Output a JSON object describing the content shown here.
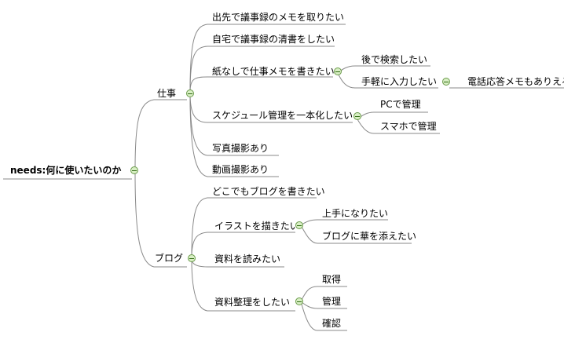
{
  "root": {
    "label": "needs:何に使いたいのか"
  },
  "branches": {
    "work": {
      "label": "仕事",
      "items": {
        "minutes_out": "出先で議事録のメモを取りたい",
        "minutes_home": "自宅で議事録の清書をしたい",
        "paperless": "紙なしで仕事メモを書きたい",
        "search_later": "後で検索したい",
        "easy_input": "手軽に入力したい",
        "phone_memo": "電話応答メモもありえる",
        "schedule": "スケジュール管理を一本化したい",
        "pc": "PCで管理",
        "phone": "スマホで管理",
        "photo": "写真撮影あり",
        "video": "動画撮影あり"
      }
    },
    "blog": {
      "label": "ブログ",
      "items": {
        "anywhere": "どこでもブログを書きたい",
        "illust": "イラストを描きたい",
        "improve": "上手になりたい",
        "decorate": "ブログに華を添えたい",
        "read": "資料を読みたい",
        "organize": "資料整理をしたい",
        "acquire": "取得",
        "manage": "管理",
        "confirm": "確認"
      }
    }
  }
}
